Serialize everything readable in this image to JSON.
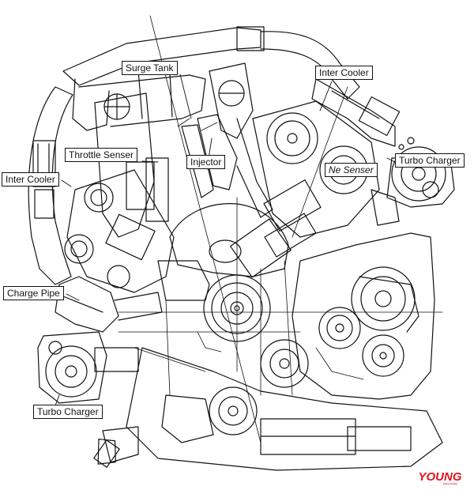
{
  "labels": {
    "surge_tank": "Surge Tank",
    "inter_cooler_right": "Inter Cooler",
    "throttle_senser": "Throttle Senser",
    "injector": "Injector",
    "ne_senser": "Ne Senser",
    "turbo_charger_right": "Turbo Charger",
    "inter_cooler_left": "Inter Cooler",
    "charge_pipe": "Charge Pipe",
    "turbo_charger_left": "Turbo Charger"
  },
  "watermark": {
    "brand": "YOUNG",
    "sub": "MACHINE",
    "color": "#e0141e"
  },
  "colors": {
    "ink": "#111111",
    "paper": "#ffffff"
  }
}
